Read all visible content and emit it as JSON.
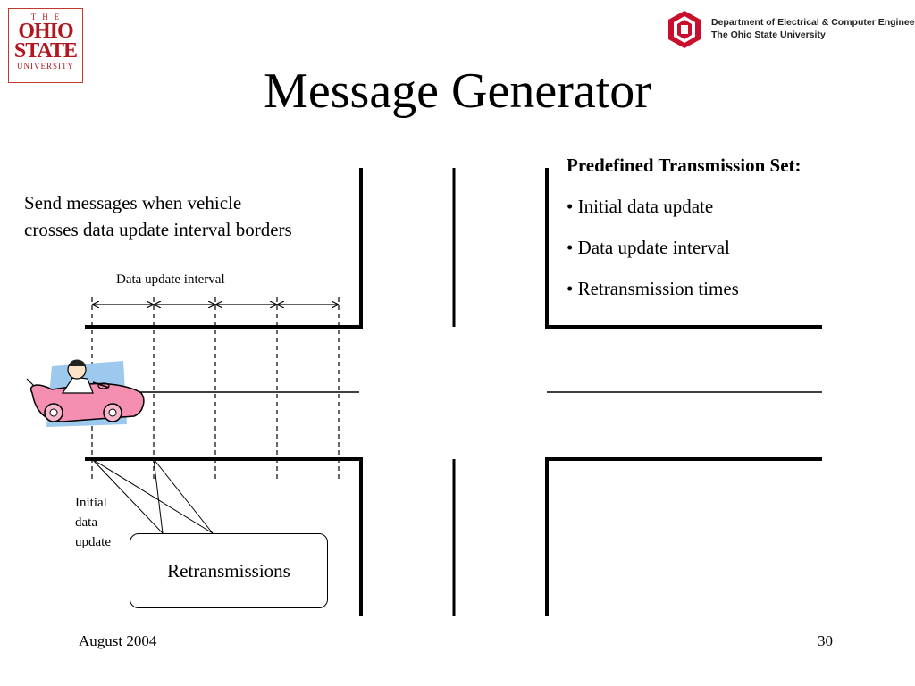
{
  "header": {
    "osu_logo": {
      "the": "THE",
      "line1": "OHIO",
      "line2": "STATE",
      "line3": "UNIVERSITY"
    },
    "ece_logo": {
      "line1": "Department of Electrical & Computer Engineering",
      "line2": "The Ohio State University"
    }
  },
  "slide": {
    "title": "Message Generator",
    "send_text_line1": "Send messages when vehicle",
    "send_text_line2": "crosses data update interval borders",
    "interval_label": "Data update interval",
    "transmission_set": {
      "heading": "Predefined Transmission Set:",
      "items": [
        "• Initial data update",
        "• Data update interval",
        "• Retransmission times"
      ]
    },
    "initial_label": [
      "Initial",
      "data",
      "update"
    ],
    "retransmissions_label": "Retransmissions",
    "vehicle_icon": "car-with-driver-icon"
  },
  "footer": {
    "date": "August 2004",
    "page": "30"
  },
  "colors": {
    "osu_red": "#b2161f",
    "car_pink": "#f48fb1",
    "sky_blue": "#9ec9ee"
  }
}
